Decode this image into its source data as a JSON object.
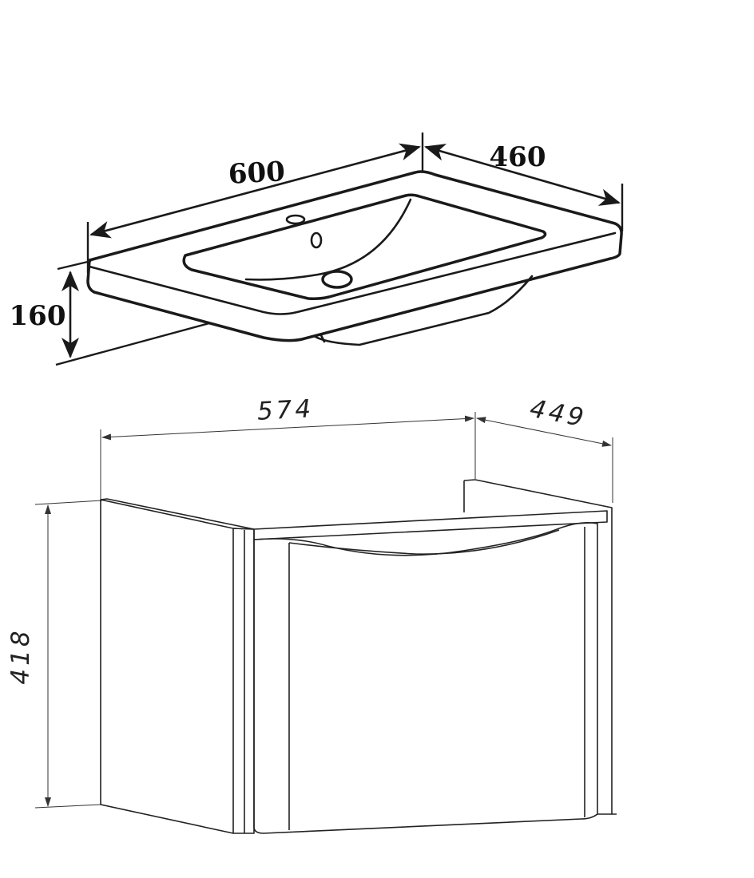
{
  "basin": {
    "width_label": "600",
    "depth_label": "460",
    "height_label": "160"
  },
  "cabinet": {
    "width_label": "574",
    "depth_label": "449",
    "height_label": "418"
  }
}
